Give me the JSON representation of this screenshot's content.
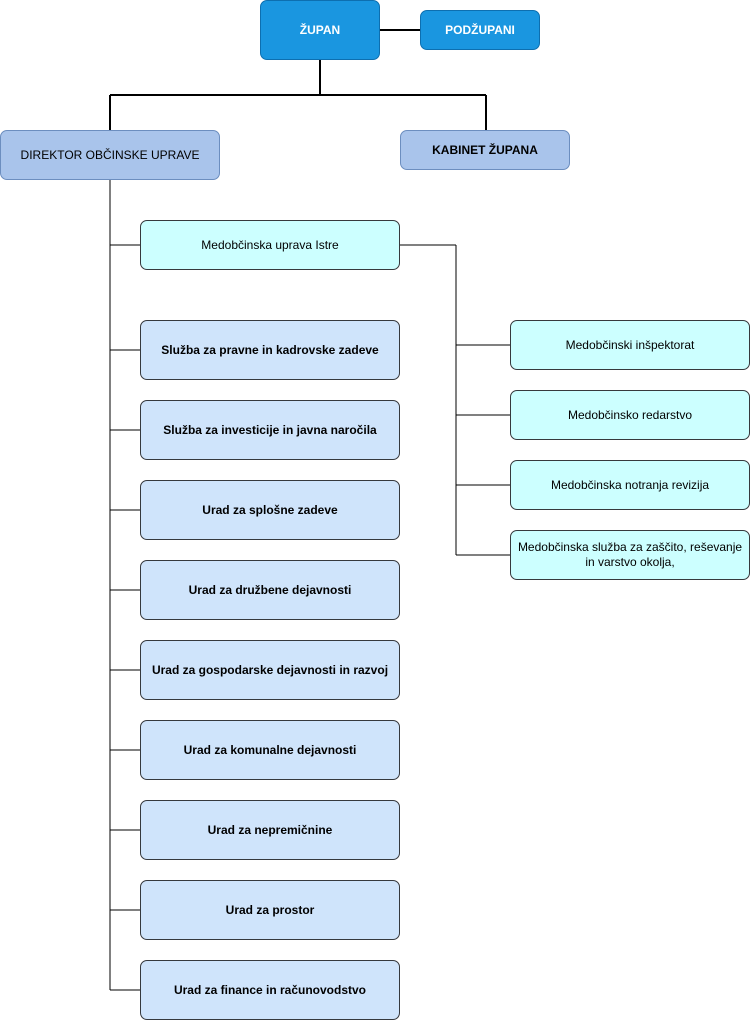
{
  "top": {
    "zupan": "ŽUPAN",
    "podzupani": "PODŽUPANI"
  },
  "second": {
    "director": "DIREKTOR OBČINSKE UPRAVE",
    "cabinet": "KABINET ŽUPANA"
  },
  "intermunicipal_head": "Medobčinska uprava Istre",
  "intermunicipal_units": [
    "Medobčinski inšpektorat",
    "Medobčinsko redarstvo",
    "Medobčinska notranja revizija",
    "Medobčinska služba za zaščito, reševanje in varstvo okolja,"
  ],
  "departments": [
    "Služba za pravne in kadrovske zadeve",
    "Služba za investicije in javna naročila",
    "Urad za splošne zadeve",
    "Urad za družbene dejavnosti",
    "Urad za gospodarske dejavnosti in razvoj",
    "Urad za komunalne dejavnosti",
    "Urad za nepremičnine",
    "Urad za prostor",
    "Urad za finance in računovodstvo"
  ],
  "colors": {
    "top_fill": "#1a96e0",
    "second_fill": "#a9c4eb",
    "department_fill": "#cfe4fb",
    "intermunicipal_fill": "#ccffff"
  }
}
